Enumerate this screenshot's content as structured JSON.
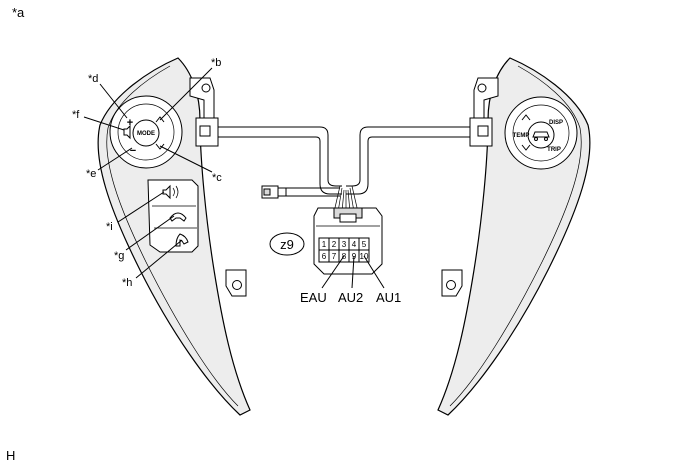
{
  "figure": {
    "corner_label": "*a",
    "footer_code": "H",
    "callouts": {
      "b": "*b",
      "c": "*c",
      "d": "*d",
      "e": "*e",
      "f": "*f",
      "g": "*g",
      "h": "*h",
      "i": "*i"
    },
    "connector_id": "z9",
    "pins_top": [
      "1",
      "2",
      "3",
      "4",
      "5"
    ],
    "pins_bottom": [
      "6",
      "7",
      "8",
      "9",
      "10"
    ],
    "terminals": {
      "eau": "EAU",
      "au2": "AU2",
      "au1": "AU1"
    },
    "left_switch": {
      "mode": "MODE",
      "plus": "+",
      "minus": "−"
    },
    "right_switch": {
      "temp": "TEMP",
      "disp": "DISP",
      "trip": "TRIP"
    }
  }
}
